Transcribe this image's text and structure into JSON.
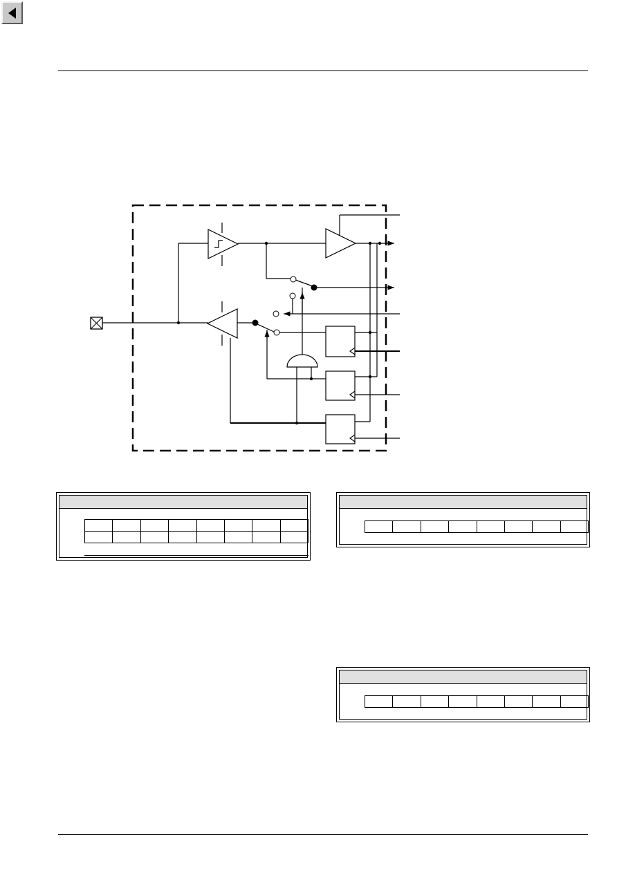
{
  "navigation": {
    "back_icon": "triangle-left-icon"
  },
  "diagram": {
    "pin_icon": "pad-cross-icon"
  },
  "registers": [
    {
      "rows": 2,
      "cells": 8
    },
    {
      "rows": 1,
      "cells": 8
    },
    {
      "rows": 1,
      "cells": 8
    }
  ]
}
